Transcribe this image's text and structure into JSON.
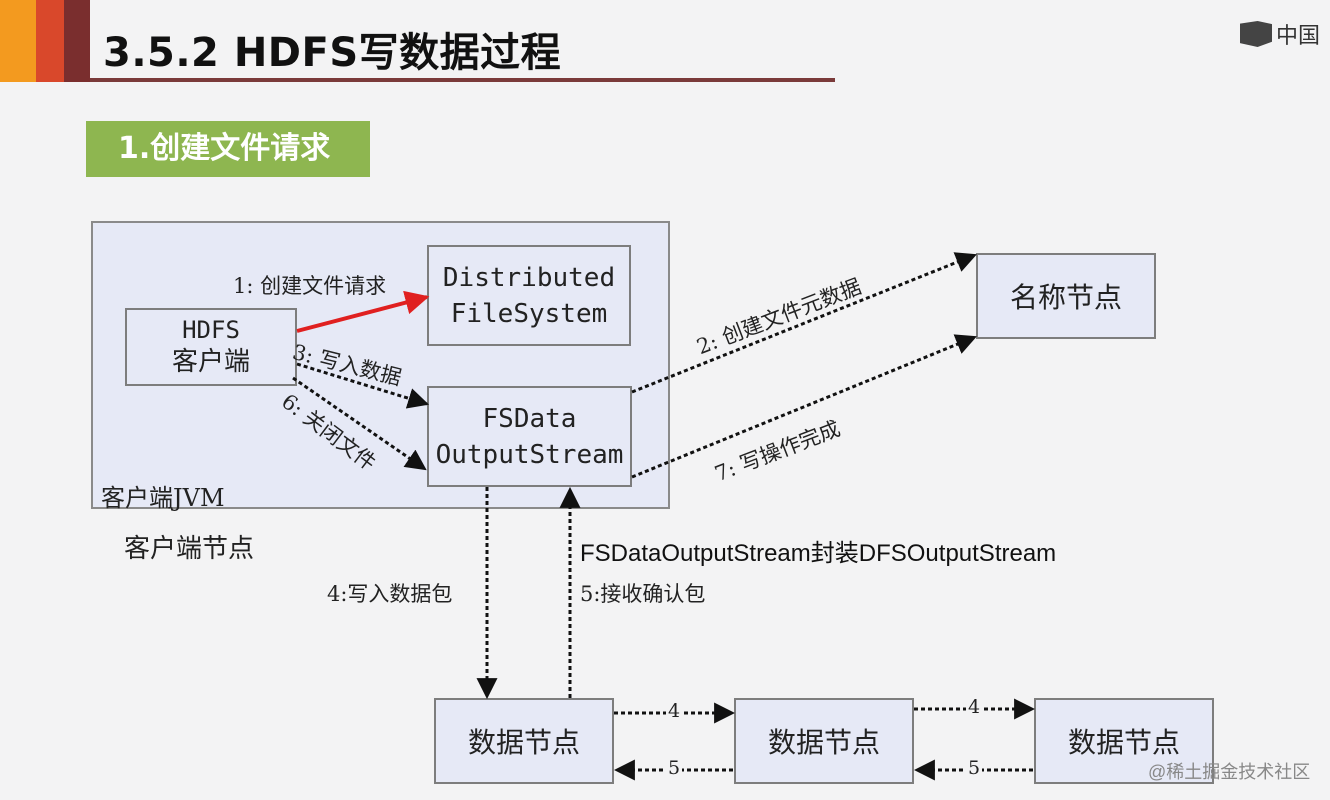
{
  "slide": {
    "title": "3.5.2 HDFS写数据过程",
    "brand": "中国"
  },
  "section": {
    "label": "1.创建文件请求"
  },
  "diagram": {
    "jvm_label": "客户端JVM",
    "client_node_label": "客户端节点",
    "client": {
      "line1": "HDFS",
      "line2": "客户端"
    },
    "dfs": {
      "line1": "Distributed",
      "line2": "FileSystem"
    },
    "fsdos": {
      "line1": "FSData",
      "line2": "OutputStream"
    },
    "namenode": "名称节点",
    "datanodes": [
      "数据节点",
      "数据节点",
      "数据节点"
    ],
    "steps": {
      "s1": "1: 创建文件请求",
      "s2": "2: 创建文件元数据",
      "s3": "3: 写入数据",
      "s4": "4:写入数据包",
      "s5": "5:接收确认包",
      "s6": "6: 关闭文件",
      "s7": "7: 写操作完成"
    },
    "pipeline_fwd": "4",
    "pipeline_back": "5",
    "wrap_note": "FSDataOutputStream封装DFSOutputStream"
  },
  "watermark": "@稀土掘金技术社区",
  "colors": {
    "request_arrow": "#e02020",
    "badge": "#8eb650",
    "box_fill": "#e6e9f6"
  }
}
